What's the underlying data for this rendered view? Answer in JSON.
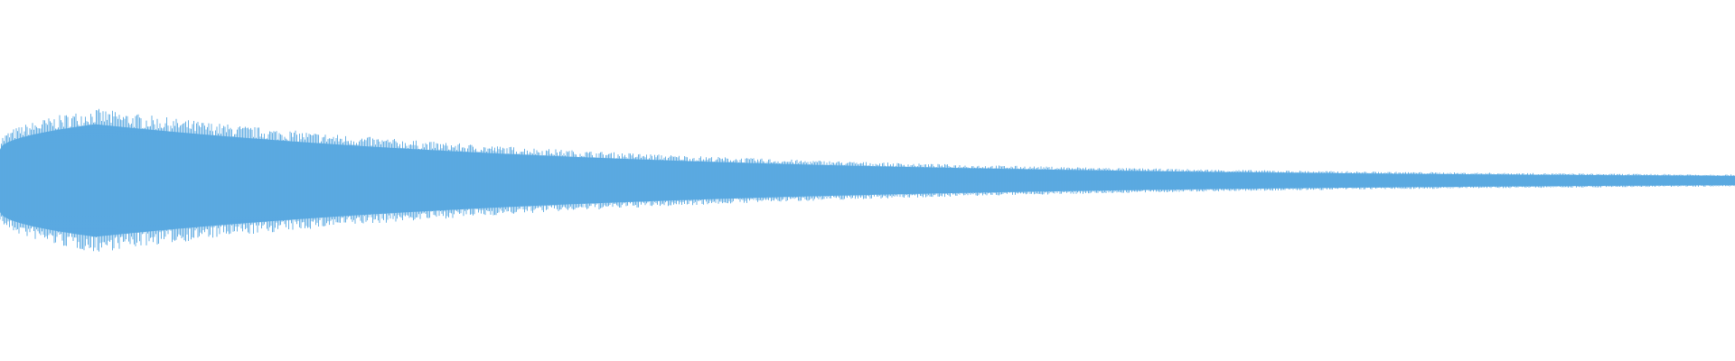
{
  "waveform": {
    "color": "#5aa9e1",
    "background": "#ffffff",
    "envelope": {
      "attack_peak_fraction": 0.055,
      "peak_amplitude": 0.2,
      "end_amplitude": 0.009
    }
  }
}
